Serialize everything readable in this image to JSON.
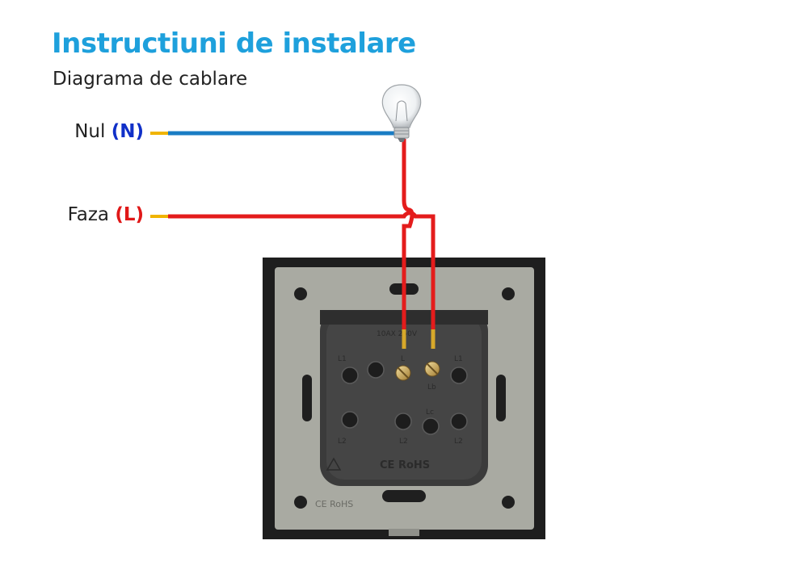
{
  "title": "Instructiuni de instalare",
  "subtitle": "Diagrama de cablare",
  "neutral": {
    "label": "Nul",
    "code": "(N)",
    "color": "#1030c8",
    "wire_color": "#1a7cc4"
  },
  "phase": {
    "label": "Faza",
    "code": "(L)",
    "color": "#e01818",
    "wire_color": "#e41c1c"
  },
  "colors": {
    "title": "#1ea0dc",
    "wire_tip": "#f0b400",
    "plate": "#a9aaa2",
    "frame": "#1e1e1e",
    "module": "#3b3b3b"
  },
  "module_text": {
    "rating": "10AX 250V",
    "term_l1": "L1",
    "term_l": "L",
    "term_l2": "L2",
    "term_lb": "Lb",
    "term_lc": "Lc",
    "cert": "CE RoHS",
    "plate_cert": "CE RoHS"
  }
}
